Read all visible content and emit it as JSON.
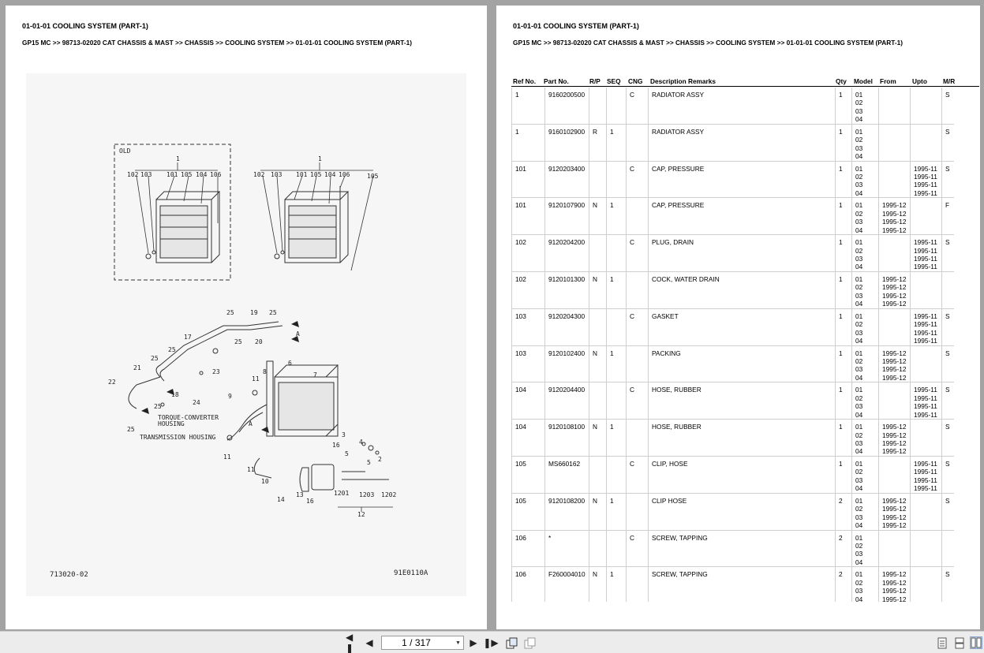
{
  "doc": {
    "title": "01-01-01 COOLING SYSTEM (PART-1)",
    "breadcrumb": "GP15 MC >> 98713-02020 CAT CHASSIS & MAST >> CHASSIS >> COOLING SYSTEM >> 01-01-01 COOLING SYSTEM (PART-1)"
  },
  "drawing": {
    "old_label": "OLD",
    "callouts_left": [
      "1",
      "102",
      "103",
      "101",
      "105",
      "104",
      "106"
    ],
    "callouts_right": [
      "1",
      "102",
      "103",
      "101",
      "105",
      "104",
      "106",
      "105"
    ],
    "labels": {
      "torque_converter": "TORQUE-CONVERTER",
      "housing": "HOUSING",
      "transmission": "TRANSMISSION HOUSING",
      "arrow_a": "A"
    },
    "lower_callouts": [
      "25",
      "19",
      "25",
      "20",
      "25",
      "17",
      "25",
      "21",
      "22",
      "23",
      "18",
      "24",
      "25",
      "25",
      "11",
      "8",
      "6",
      "7",
      "9",
      "11",
      "3",
      "16",
      "4",
      "5",
      "2",
      "11",
      "10",
      "14",
      "13",
      "16",
      "1201",
      "1203",
      "1202",
      "12",
      "25",
      "5"
    ],
    "footer_left": "713020-02",
    "footer_right": "91E0110A"
  },
  "table": {
    "headers": [
      "Ref No.",
      "Part No.",
      "R/P",
      "SEQ",
      "CNG",
      "Description Remarks",
      "Qty",
      "Model",
      "From",
      "Upto",
      "M/R"
    ],
    "rows": [
      {
        "ref": "1",
        "part": "9160200500",
        "rp": "",
        "seq": "",
        "cng": "C",
        "desc": "RADIATOR ASSY",
        "qty": "1",
        "model": [
          "01",
          "02",
          "03",
          "04"
        ],
        "from": [],
        "upto": [],
        "mr": "S"
      },
      {
        "ref": "1",
        "part": "9160102900",
        "rp": "R",
        "seq": "1",
        "cng": "",
        "desc": "RADIATOR ASSY",
        "qty": "1",
        "model": [
          "01",
          "02",
          "03",
          "04"
        ],
        "from": [],
        "upto": [],
        "mr": "S"
      },
      {
        "ref": "101",
        "part": "9120203400",
        "rp": "",
        "seq": "",
        "cng": "C",
        "desc": "CAP, PRESSURE",
        "qty": "1",
        "model": [
          "01",
          "02",
          "03",
          "04"
        ],
        "from": [],
        "upto": [
          "1995-11",
          "1995-11",
          "1995-11",
          "1995-11"
        ],
        "mr": "S"
      },
      {
        "ref": "101",
        "part": "9120107900",
        "rp": "N",
        "seq": "1",
        "cng": "",
        "desc": "CAP, PRESSURE",
        "qty": "1",
        "model": [
          "01",
          "02",
          "03",
          "04"
        ],
        "from": [
          "1995-12",
          "1995-12",
          "1995-12",
          "1995-12"
        ],
        "upto": [],
        "mr": "F"
      },
      {
        "ref": "102",
        "part": "9120204200",
        "rp": "",
        "seq": "",
        "cng": "C",
        "desc": "PLUG, DRAIN",
        "qty": "1",
        "model": [
          "01",
          "02",
          "03",
          "04"
        ],
        "from": [],
        "upto": [
          "1995-11",
          "1995-11",
          "1995-11",
          "1995-11"
        ],
        "mr": "S"
      },
      {
        "ref": "102",
        "part": "9120101300",
        "rp": "N",
        "seq": "1",
        "cng": "",
        "desc": "COCK, WATER DRAIN",
        "qty": "1",
        "model": [
          "01",
          "02",
          "03",
          "04"
        ],
        "from": [
          "1995-12",
          "1995-12",
          "1995-12",
          "1995-12"
        ],
        "upto": [],
        "mr": ""
      },
      {
        "ref": "103",
        "part": "9120204300",
        "rp": "",
        "seq": "",
        "cng": "C",
        "desc": "GASKET",
        "qty": "1",
        "model": [
          "01",
          "02",
          "03",
          "04"
        ],
        "from": [],
        "upto": [
          "1995-11",
          "1995-11",
          "1995-11",
          "1995-11"
        ],
        "mr": "S"
      },
      {
        "ref": "103",
        "part": "9120102400",
        "rp": "N",
        "seq": "1",
        "cng": "",
        "desc": "PACKING",
        "qty": "1",
        "model": [
          "01",
          "02",
          "03",
          "04"
        ],
        "from": [
          "1995-12",
          "1995-12",
          "1995-12",
          "1995-12"
        ],
        "upto": [],
        "mr": "S"
      },
      {
        "ref": "104",
        "part": "9120204400",
        "rp": "",
        "seq": "",
        "cng": "C",
        "desc": "HOSE, RUBBER",
        "qty": "1",
        "model": [
          "01",
          "02",
          "03",
          "04"
        ],
        "from": [],
        "upto": [
          "1995-11",
          "1995-11",
          "1995-11",
          "1995-11"
        ],
        "mr": "S"
      },
      {
        "ref": "104",
        "part": "9120108100",
        "rp": "N",
        "seq": "1",
        "cng": "",
        "desc": "HOSE, RUBBER",
        "qty": "1",
        "model": [
          "01",
          "02",
          "03",
          "04"
        ],
        "from": [
          "1995-12",
          "1995-12",
          "1995-12",
          "1995-12"
        ],
        "upto": [],
        "mr": "S"
      },
      {
        "ref": "105",
        "part": "MS660162",
        "rp": "",
        "seq": "",
        "cng": "C",
        "desc": "CLIP, HOSE",
        "qty": "1",
        "model": [
          "01",
          "02",
          "03",
          "04"
        ],
        "from": [],
        "upto": [
          "1995-11",
          "1995-11",
          "1995-11",
          "1995-11"
        ],
        "mr": "S"
      },
      {
        "ref": "105",
        "part": "9120108200",
        "rp": "N",
        "seq": "1",
        "cng": "",
        "desc": "CLIP HOSE",
        "qty": "2",
        "model": [
          "01",
          "02",
          "03",
          "04"
        ],
        "from": [
          "1995-12",
          "1995-12",
          "1995-12",
          "1995-12"
        ],
        "upto": [],
        "mr": "S"
      },
      {
        "ref": "106",
        "part": "*",
        "rp": "",
        "seq": "",
        "cng": "C",
        "desc": "SCREW, TAPPING",
        "qty": "2",
        "model": [
          "01",
          "02",
          "03",
          "04"
        ],
        "from": [],
        "upto": [],
        "mr": ""
      },
      {
        "ref": "106",
        "part": "F260004010",
        "rp": "N",
        "seq": "1",
        "cng": "",
        "desc": "SCREW, TAPPING",
        "qty": "2",
        "model": [
          "01",
          "02",
          "03",
          "04"
        ],
        "from": [
          "1995-12",
          "1995-12",
          "1995-12",
          "1995-12"
        ],
        "upto": [],
        "mr": "S"
      }
    ]
  },
  "toolbar": {
    "page_indicator": "1 / 317",
    "icons": [
      "first-page-icon",
      "prev-page-icon",
      "next-page-icon",
      "last-page-icon",
      "rotate-icon",
      "fit-icon",
      "single-page-icon",
      "continuous-icon",
      "two-page-icon"
    ]
  }
}
